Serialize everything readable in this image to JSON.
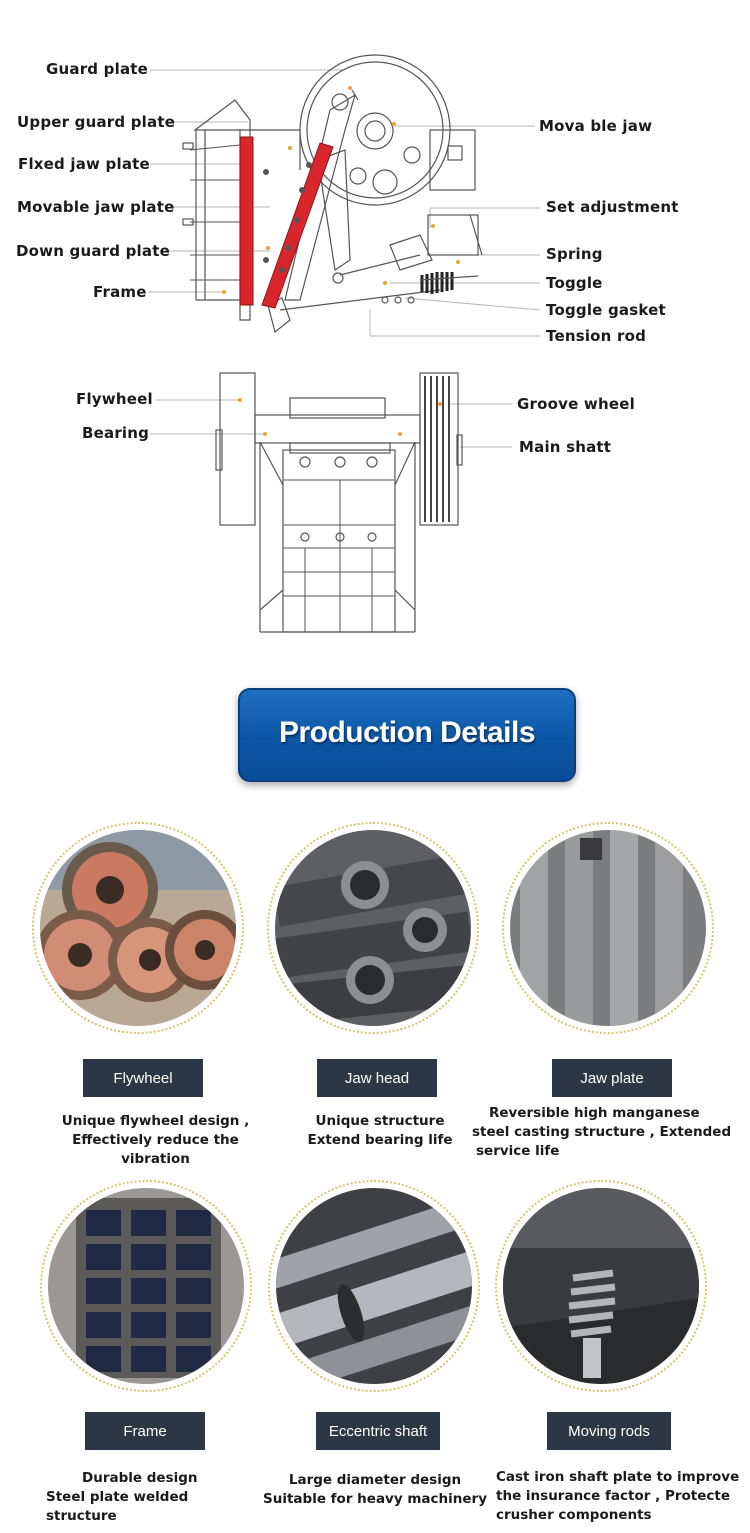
{
  "diagram": {
    "side_view_labels": {
      "guard_plate": "Guard plate",
      "upper_guard_plate": "Upper guard plate",
      "fixed_jaw_plate": "Flxed jaw plate",
      "movable_jaw_plate": "Movable jaw plate",
      "down_guard_plate": "Down guard plate",
      "frame": "Frame",
      "movable_jaw": "Mova ble jaw",
      "set_adjustment": "Set adjustment",
      "spring": "Spring",
      "toggle": "Toggle",
      "toggle_gasket": "Toggle gasket",
      "tension_rod": "Tension rod"
    },
    "front_view_labels": {
      "flywheel": "Flywheel",
      "bearing": "Bearing",
      "groove_wheel": "Groove wheel",
      "main_shaft": "Main shatt"
    },
    "colors": {
      "jaw_plate": "#d9262c",
      "line": "#555555"
    }
  },
  "banner": {
    "title": "Production Details",
    "color": "#0d56a6"
  },
  "details": [
    {
      "name": "Flywheel",
      "caption": [
        "Unique flywheel design ,",
        "Effectively reduce the vibration"
      ]
    },
    {
      "name": "Jaw head",
      "caption": [
        "Unique structure",
        "Extend bearing life"
      ]
    },
    {
      "name": "Jaw plate",
      "caption": [
        "Reversible high manganese",
        "steel casting structure , Extended",
        "service life"
      ]
    },
    {
      "name": "Frame",
      "caption": [
        "Durable design",
        "Steel plate welded structure"
      ]
    },
    {
      "name": "Eccentric shaft",
      "caption": [
        "Large diameter design",
        "Suitable for heavy machinery"
      ]
    },
    {
      "name": "Moving rods",
      "caption": [
        "Cast iron shaft plate to improve",
        "the insurance factor , Protecte",
        "crusher components"
      ]
    }
  ]
}
